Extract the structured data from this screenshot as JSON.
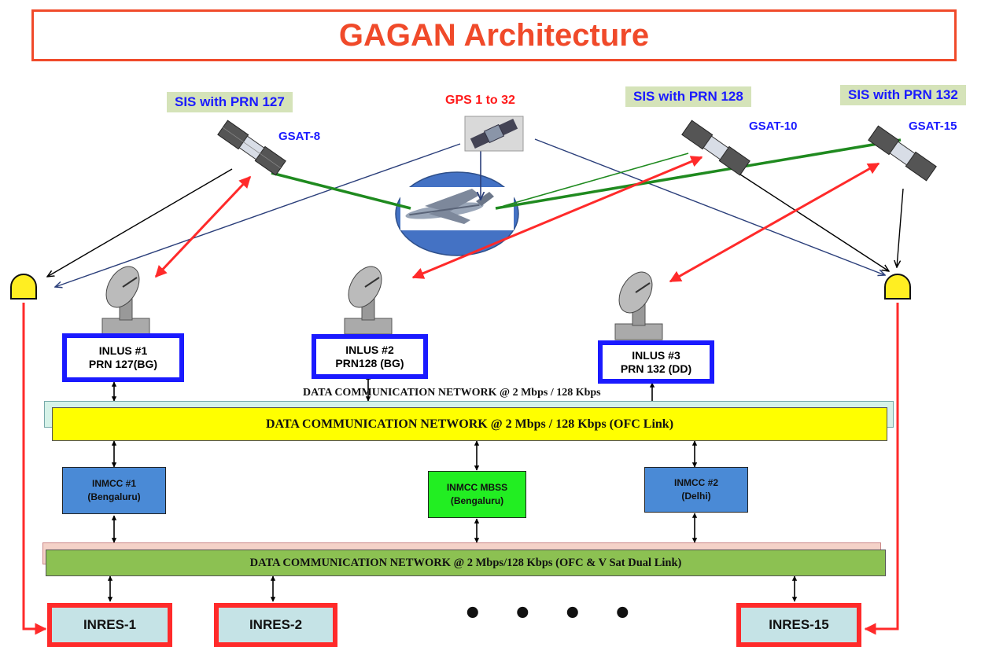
{
  "title": "GAGAN Architecture",
  "satellites": {
    "gps_label": "GPS 1 to 32",
    "sis": [
      {
        "label": "SIS  with PRN 127",
        "name": "GSAT-8"
      },
      {
        "label": "SIS  with PRN 128",
        "name": "GSAT-10"
      },
      {
        "label": "SIS  with PRN 132",
        "name": "GSAT-15"
      }
    ]
  },
  "inlus": [
    {
      "line1": "INLUS   #1",
      "line2": "PRN 127(BG)"
    },
    {
      "line1": "INLUS   #2",
      "line2": "PRN128 (BG)"
    },
    {
      "line1": "INLUS   #3",
      "line2": "PRN 132 (DD)"
    }
  ],
  "networks": {
    "top_back": "DATA COMMUNICATION NETWORK  @ 2 Mbps / 128 Kbps",
    "top_front": "DATA COMMUNICATION NETWORK  @ 2 Mbps / 128 Kbps (OFC Link)",
    "bottom": "DATA COMMUNICATION NETWORK  @ 2 Mbps/128 Kbps (OFC & V Sat Dual Link)"
  },
  "inmcc": [
    {
      "line1": "INMCC #1",
      "line2": "(Bengaluru)"
    },
    {
      "line1": "INMCC MBSS",
      "line2": "(Bengaluru)"
    },
    {
      "line1": "INMCC #2",
      "line2": "(Delhi)"
    }
  ],
  "inres": [
    "INRES-1",
    "INRES-2",
    "INRES-15"
  ],
  "ellipsis": "• • • •",
  "colors": {
    "title_red": "#f04a2a",
    "sis_bg": "#d5e3b9",
    "label_blue": "#1a1aff",
    "link_red": "#ff2a2a",
    "link_green": "#1f8a1f",
    "inlus_border": "#1a1aff",
    "dcn_top": "#ffff00",
    "dcn_bottom": "#8cc152",
    "inmcc_blue": "#4a8ad6",
    "inmcc_green": "#22ee22",
    "inres_bg": "#c5e3e6"
  }
}
